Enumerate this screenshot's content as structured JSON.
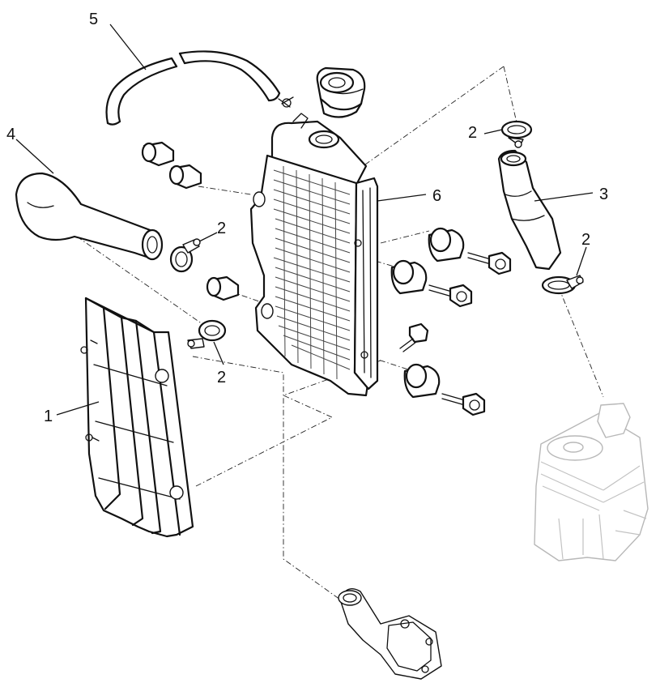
{
  "callouts": {
    "part1": "1",
    "part2_top_right": "2",
    "part2_left_upper": "2",
    "part2_left_lower": "2",
    "part2_right_lower": "2",
    "part3": "3",
    "part4": "4",
    "part5": "5",
    "part6": "6"
  }
}
